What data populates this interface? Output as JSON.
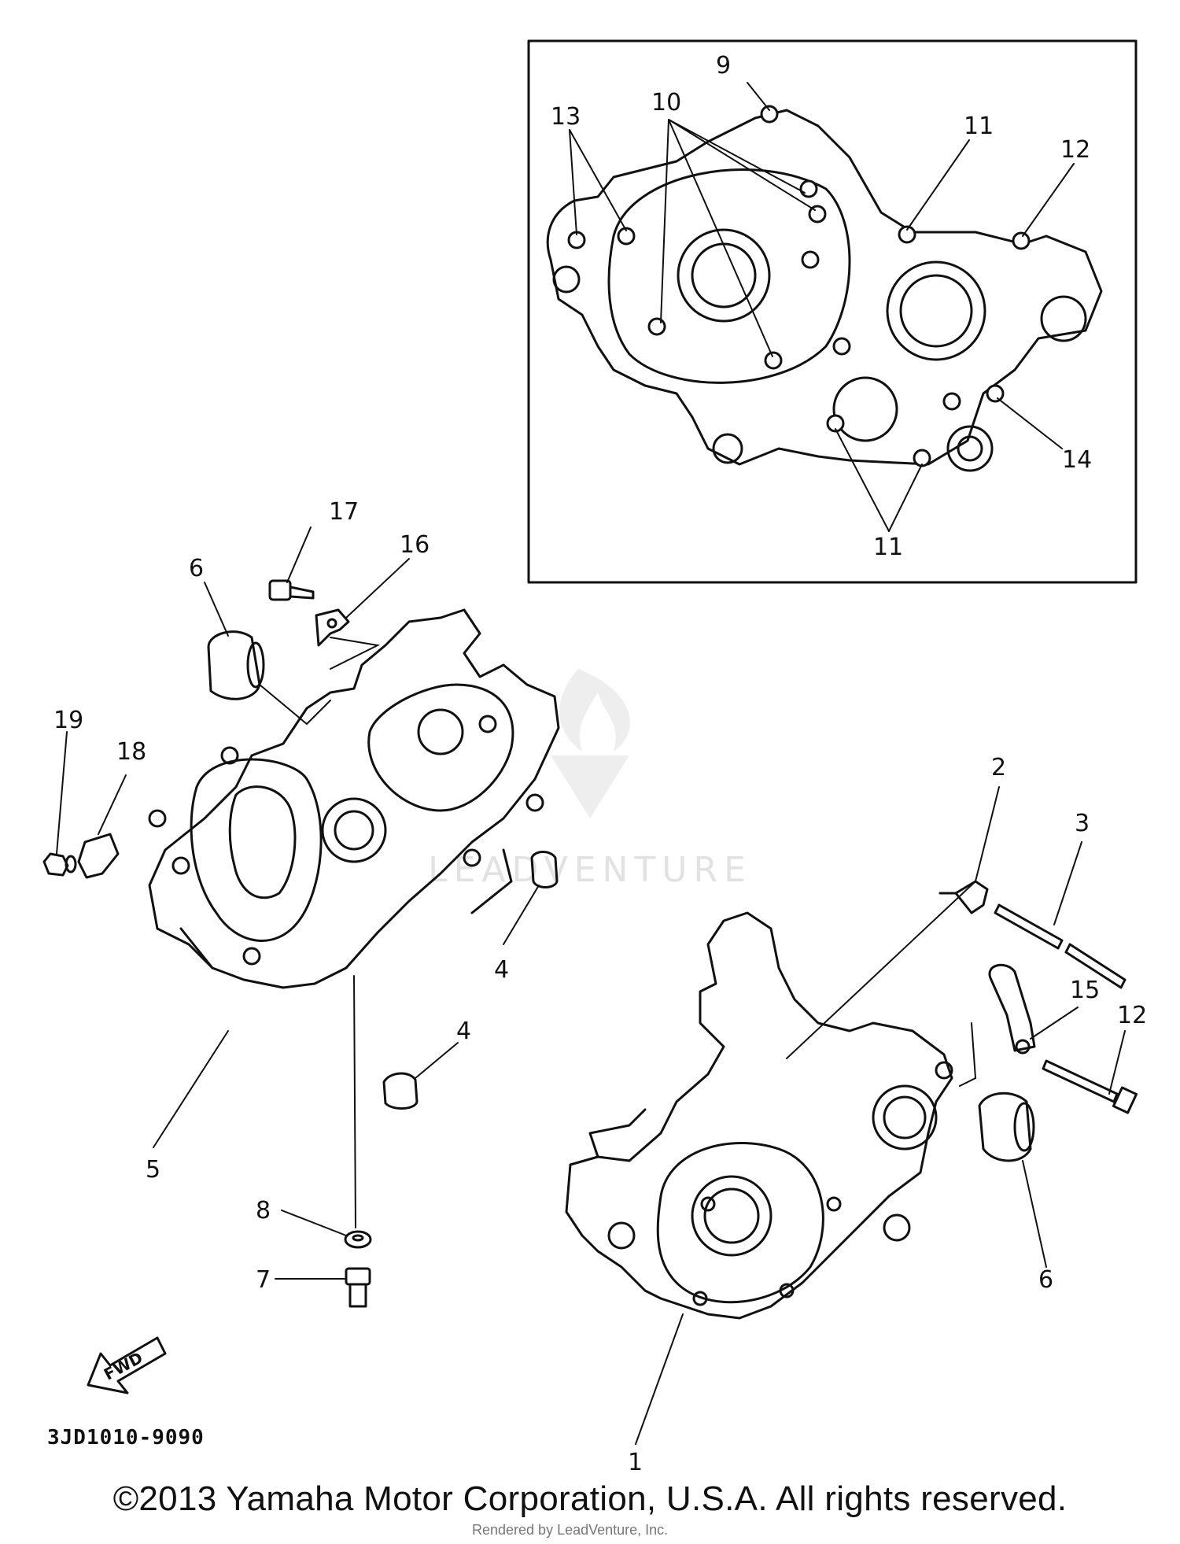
{
  "callouts": {
    "c9": "9",
    "c10": "10",
    "c11a": "11",
    "c11b": "11",
    "c12a": "12",
    "c12b": "12",
    "c13": "13",
    "c14": "14",
    "c17": "17",
    "c16": "16",
    "c6a": "6",
    "c6b": "6",
    "c19": "19",
    "c18": "18",
    "c4a": "4",
    "c4b": "4",
    "c5": "5",
    "c8": "8",
    "c7": "7",
    "c2": "2",
    "c3": "3",
    "c15": "15",
    "c1": "1"
  },
  "direction_arrow": "FWD",
  "part_code": "3JD1010-9090",
  "watermark": "LEADVENTURE",
  "footer": "©2013 Yamaha Motor Corporation, U.S.A. All rights reserved.",
  "render_credit": "Rendered by LeadVenture, Inc."
}
